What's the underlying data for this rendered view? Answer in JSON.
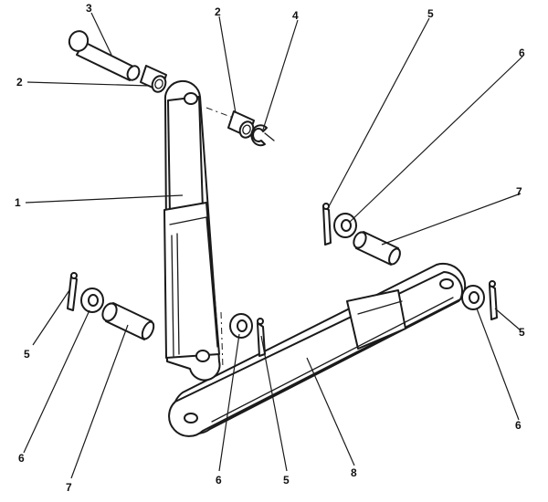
{
  "diagram": {
    "callouts": [
      {
        "id": "c3-top",
        "text": "3"
      },
      {
        "id": "c2-top",
        "text": "2"
      },
      {
        "id": "c4-top",
        "text": "4"
      },
      {
        "id": "c2-left",
        "text": "2"
      },
      {
        "id": "c5-top",
        "text": "5"
      },
      {
        "id": "c6-top",
        "text": "6"
      },
      {
        "id": "c1-left",
        "text": "1"
      },
      {
        "id": "c7-right",
        "text": "7"
      },
      {
        "id": "c5-left",
        "text": "5"
      },
      {
        "id": "c5-right",
        "text": "5"
      },
      {
        "id": "c6-left",
        "text": "6"
      },
      {
        "id": "c6-right",
        "text": "6"
      },
      {
        "id": "c7-left",
        "text": "7"
      },
      {
        "id": "c6-bottom",
        "text": "6"
      },
      {
        "id": "c5-bottom",
        "text": "5"
      },
      {
        "id": "c8-bottom",
        "text": "8"
      }
    ]
  }
}
